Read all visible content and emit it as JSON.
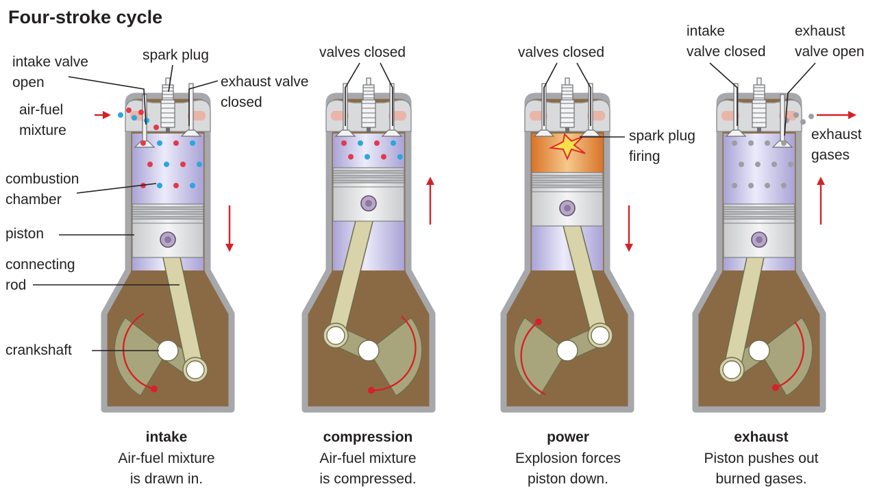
{
  "title": "Four-stroke cycle",
  "labels": {
    "intake_valve_open": [
      "intake valve",
      "open"
    ],
    "spark_plug": "spark plug",
    "exhaust_valve_closed": [
      "exhaust valve",
      "closed"
    ],
    "air_fuel_mixture": [
      "air-fuel",
      "mixture"
    ],
    "combustion_chamber": [
      "combustion",
      "chamber"
    ],
    "piston": "piston",
    "connecting_rod": [
      "connecting",
      "rod"
    ],
    "crankshaft": "crankshaft",
    "valves_closed_compression": "valves closed",
    "valves_closed_power": "valves closed",
    "spark_plug_firing": [
      "spark plug",
      "firing"
    ],
    "intake_valve_closed": [
      "intake",
      "valve closed"
    ],
    "exhaust_valve_open": [
      "exhaust",
      "valve open"
    ],
    "exhaust_gases": [
      "exhaust",
      "gases"
    ]
  },
  "stages": [
    {
      "name": "intake",
      "desc": [
        "Air-fuel mixture",
        "is drawn in."
      ]
    },
    {
      "name": "compression",
      "desc": [
        "Air-fuel mixture",
        "is compressed."
      ]
    },
    {
      "name": "power",
      "desc": [
        "Explosion forces",
        "piston down."
      ]
    },
    {
      "name": "exhaust",
      "desc": [
        "Piston pushes out",
        "burned gases."
      ]
    }
  ],
  "colors": {
    "arrow": "#d3222a",
    "fuel_dot": "#2ba6de",
    "air_dot": "#e03a4b",
    "exhaust_dot": "#9c9ea2",
    "crankcase": "#8a6a45",
    "chamber": "#b8b3df",
    "explosion": "#e8862f"
  }
}
